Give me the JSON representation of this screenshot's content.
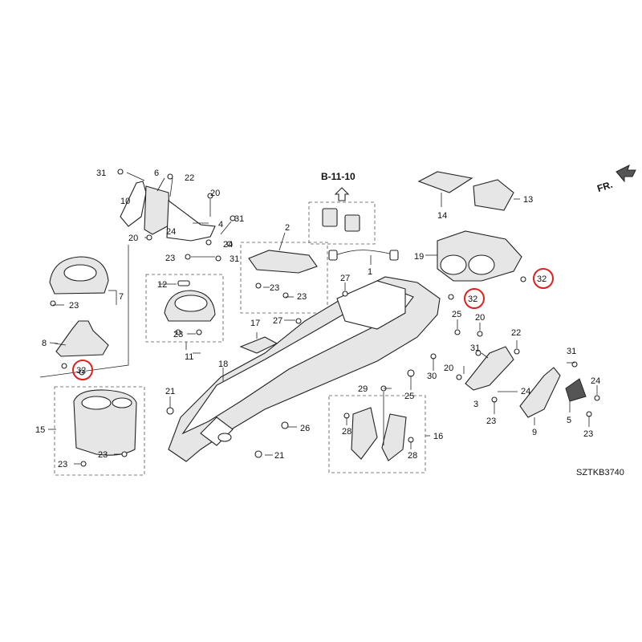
{
  "diagram": {
    "ref_code": "B-11-10",
    "figure_code": "SZTKB3740",
    "direction_label": "FR.",
    "highlight_color": "#e02020",
    "highlighted_part": "32",
    "callouts": {
      "c31a": "31",
      "c6": "6",
      "c22a": "22",
      "c10": "10",
      "c20a": "20",
      "c4": "4",
      "c31b": "31",
      "c20b": "20",
      "c24a": "24",
      "c24b": "24",
      "c23a": "23",
      "c31c": "31",
      "c2": "2",
      "c14": "14",
      "c13": "13",
      "c19": "19",
      "c32a": "32",
      "c32b": "32",
      "c32c": "32",
      "c1": "1",
      "c7": "7",
      "c23b": "23",
      "c8": "8",
      "c12": "12",
      "c23c": "23",
      "c23d": "23",
      "c27a": "27",
      "c27b": "27",
      "c17": "17",
      "c11": "11",
      "c25a": "25",
      "c20c": "20",
      "c22b": "22",
      "c31d": "31",
      "c31e": "31",
      "c20d": "20",
      "c24c": "24",
      "c24d": "24",
      "c3": "3",
      "c23e": "23",
      "c9": "9",
      "c5": "5",
      "c23f": "23",
      "c18": "18",
      "c21a": "21",
      "c29": "29",
      "c30": "30",
      "c25b": "25",
      "c16": "16",
      "c26": "26",
      "c28a": "28",
      "c28b": "28",
      "c15": "15",
      "c23g": "23",
      "c23h": "23",
      "c21b": "21"
    }
  }
}
